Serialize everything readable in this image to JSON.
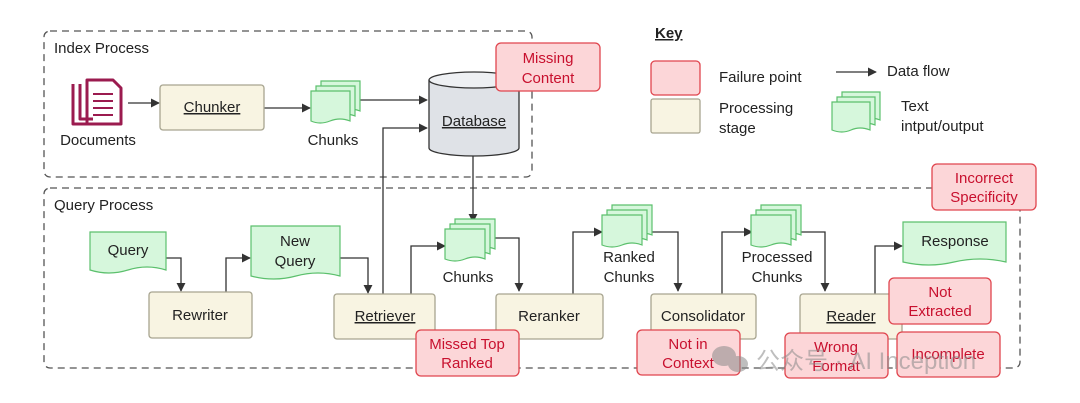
{
  "groups": {
    "index_label": "Index Process",
    "query_label": "Query Process"
  },
  "key": {
    "title": "Key",
    "failure_point": "Failure point",
    "data_flow": "Data flow",
    "processing": [
      "Processing",
      "stage"
    ],
    "text_io": [
      "Text",
      "intput/output"
    ]
  },
  "nodes": {
    "documents": "Documents",
    "chunker": "Chunker",
    "chunks_index": "Chunks",
    "database": "Database",
    "query": "Query",
    "rewriter": "Rewriter",
    "new_query": [
      "New",
      "Query"
    ],
    "retriever": "Retriever",
    "chunks_query": "Chunks",
    "reranker": "Reranker",
    "ranked_chunks": [
      "Ranked",
      "Chunks"
    ],
    "consolidator": "Consolidator",
    "processed_chunks": [
      "Processed",
      "Chunks"
    ],
    "reader": "Reader",
    "response": "Response"
  },
  "failures": {
    "missing_content": [
      "Missing",
      "Content"
    ],
    "missed_top_ranked": [
      "Missed Top",
      "Ranked"
    ],
    "not_in_context": [
      "Not in",
      "Context"
    ],
    "wrong_format": [
      "Wrong",
      "Format"
    ],
    "incorrect_specificity": [
      "Incorrect",
      "Specificity"
    ],
    "not_extracted": [
      "Not",
      "Extracted"
    ],
    "incomplete": "Incomplete"
  },
  "watermark": "公众号 · AI Inception",
  "colors": {
    "failure_fill": "#fcd6d8",
    "failure_stroke": "#e0454e",
    "failure_text": "#c8102e",
    "stage_fill": "#f8f4e2",
    "stage_stroke": "#a8a590",
    "text_io_fill": "#d6f7dc",
    "text_io_stroke": "#5cc06d",
    "document_icon": "#9b1b4f",
    "database_fill": "#dfe2e7"
  }
}
